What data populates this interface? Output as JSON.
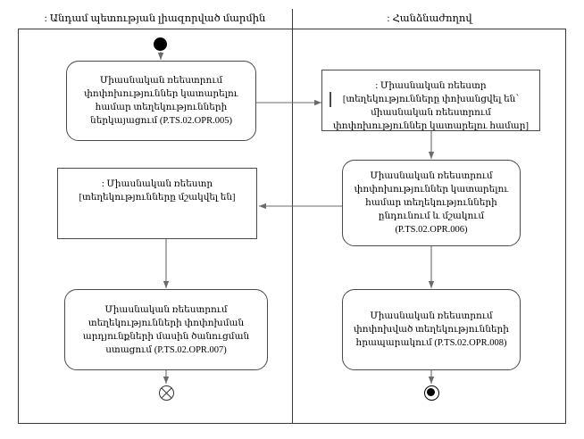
{
  "diagram": {
    "type": "uml-activity-diagram",
    "title_visible": false
  },
  "lanes": [
    {
      "id": "left",
      "label": ": Անդամ պետության լիազորված մարմին"
    },
    {
      "id": "right",
      "label": ": Հանձնաժողով"
    }
  ],
  "nodes": {
    "initial": {
      "kind": "initial-node",
      "lane": "left"
    },
    "action_005": {
      "kind": "action",
      "lane": "left",
      "text": "Միասնական ռեեստրում փոփոխություններ կատարելու համար տեղեկությունների ներկայացում (P.TS.02.OPR.005)",
      "code": "P.TS.02.OPR.005"
    },
    "object_transferred": {
      "kind": "object-node",
      "lane": "right",
      "text": ": Միասնական ռեեստր [տեղեկությունները փոխանցվել են՝ միասնական ռեեստրում փոփոխություններ կատարելու համար]"
    },
    "action_006": {
      "kind": "action",
      "lane": "right",
      "text": "Միասնական ռեեստրում փոփոխություններ կատարելու համար տեղեկությունների ընդունում և մշակում (P.TS.02.OPR.006)",
      "code": "P.TS.02.OPR.006"
    },
    "object_processed": {
      "kind": "object-node",
      "lane": "left",
      "text": ": Միասնական ռեեստր [տեղեկությունները մշակվել են]"
    },
    "action_007": {
      "kind": "action",
      "lane": "left",
      "text": "Միասնական ռեեստրում տեղեկությունների փոփոխման արդյունքների մասին ծանուցման ստացում (P.TS.02.OPR.007)",
      "code": "P.TS.02.OPR.007"
    },
    "action_008": {
      "kind": "action",
      "lane": "right",
      "text": "Միասնական ռեեստրում փոփոխված տեղեկությունների հրապարակում (P.TS.02.OPR.008)",
      "code": "P.TS.02.OPR.008"
    },
    "flow_final": {
      "kind": "flow-final-node",
      "lane": "left"
    },
    "activity_final": {
      "kind": "activity-final-node",
      "lane": "right"
    }
  },
  "edges": [
    {
      "from": "initial",
      "to": "action_005"
    },
    {
      "from": "action_005",
      "to": "object_transferred"
    },
    {
      "from": "object_transferred",
      "to": "action_006"
    },
    {
      "from": "action_006",
      "to": "object_processed"
    },
    {
      "from": "object_processed",
      "to": "action_007"
    },
    {
      "from": "action_006",
      "to": "action_008"
    },
    {
      "from": "action_007",
      "to": "flow_final"
    },
    {
      "from": "action_008",
      "to": "activity_final"
    }
  ],
  "colors": {
    "background": "#ffffff",
    "node_border": "#4a4a4a",
    "frame_border": "#3a3a3a",
    "connector": "#6b6b6b",
    "text": "#000000"
  }
}
